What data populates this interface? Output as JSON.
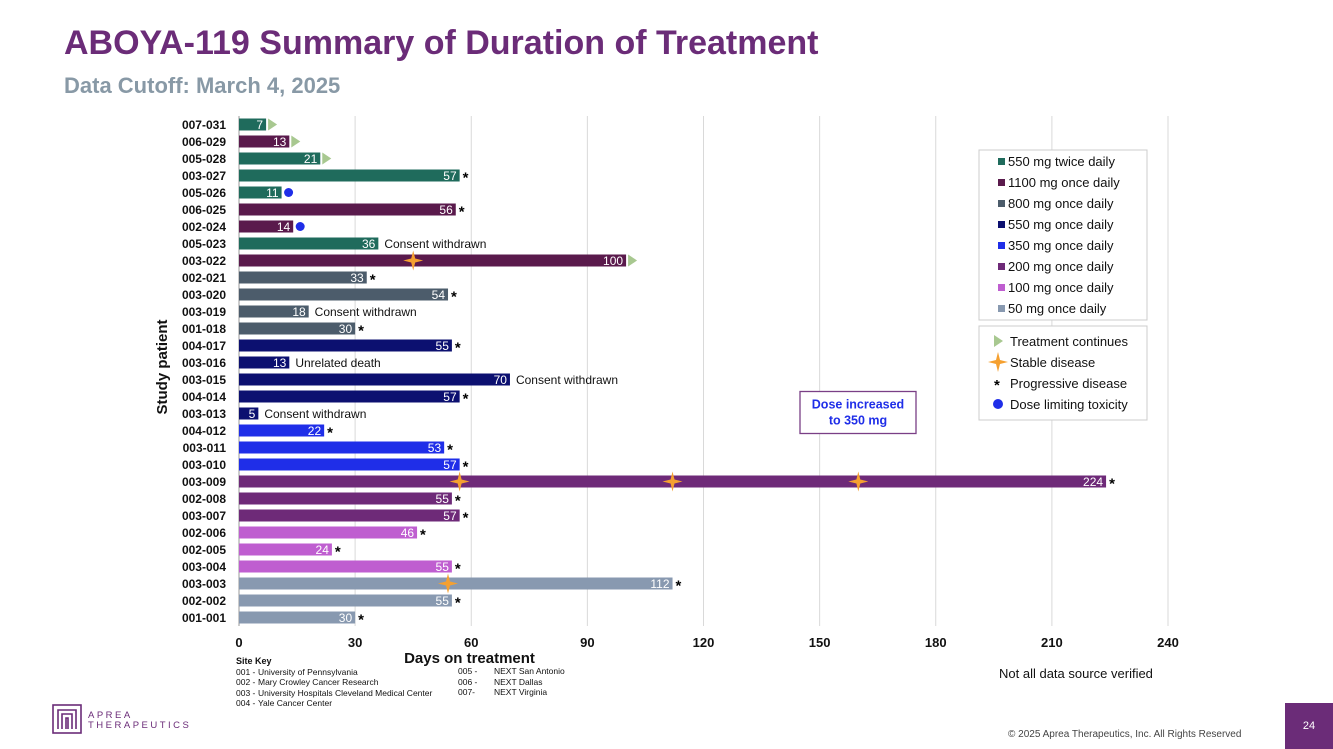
{
  "slide": {
    "title": "ABOYA-119 Summary of Duration of Treatment",
    "subtitle": "Data Cutoff: March 4, 2025",
    "site_key_title": "Site Key",
    "site_key": [
      {
        "code": "001 -",
        "name": "University of Pennsylvania"
      },
      {
        "code": "002 -",
        "name": "Mary Crowley Cancer Research"
      },
      {
        "code": "003 -",
        "name": "University Hospitals Cleveland Medical Center"
      },
      {
        "code": "004 -",
        "name": "Yale Cancer Center"
      }
    ],
    "site_key_2": [
      {
        "code": "005 -",
        "name": "NEXT San Antonio"
      },
      {
        "code": "006 -",
        "name": "NEXT Dallas"
      },
      {
        "code": "007-",
        "name": "NEXT Virginia"
      }
    ],
    "note": "Not all data source verified",
    "company_line1": "APREA",
    "company_line2": "THERAPEUTICS",
    "copyright": "© 2025 Aprea Therapeutics, Inc. All Rights Reserved",
    "page_number": "24",
    "brand_color": "#6b2c78"
  },
  "chart_data": {
    "type": "bar",
    "orientation": "horizontal",
    "xlabel": "Days on treatment",
    "ylabel": "Study patient",
    "xlim": [
      0,
      240
    ],
    "xticks": [
      0,
      30,
      60,
      90,
      120,
      150,
      180,
      210,
      240
    ],
    "grid": "vertical",
    "legend_placement": "right",
    "dose_groups": [
      {
        "name": "550 mg twice daily",
        "color": "#1f6b5c"
      },
      {
        "name": "1100 mg once daily",
        "color": "#5a1a4c"
      },
      {
        "name": "800 mg once daily",
        "color": "#4c5c6b"
      },
      {
        "name": "550 mg once daily",
        "color": "#0c1070"
      },
      {
        "name": "350 mg once daily",
        "color": "#1f2ee8"
      },
      {
        "name": "200 mg once daily",
        "color": "#6e2a78"
      },
      {
        "name": "100 mg once daily",
        "color": "#bf5ed0"
      },
      {
        "name": "50 mg once daily",
        "color": "#8899b0"
      }
    ],
    "markers_legend": [
      {
        "name": "Treatment continues",
        "symbol": "triangle",
        "color": "#a8c890"
      },
      {
        "name": "Stable disease",
        "symbol": "star",
        "color": "#f5a030"
      },
      {
        "name": "Progressive disease",
        "symbol": "asterisk",
        "color": "#000000"
      },
      {
        "name": "Dose limiting toxicity",
        "symbol": "dot",
        "color": "#1f2ee8"
      }
    ],
    "patients": [
      {
        "id": "007-031",
        "days": 7,
        "group": "550 mg twice daily",
        "marker": "triangle"
      },
      {
        "id": "006-029",
        "days": 13,
        "group": "1100 mg once daily",
        "marker": "triangle"
      },
      {
        "id": "005-028",
        "days": 21,
        "group": "550 mg twice daily",
        "marker": "triangle"
      },
      {
        "id": "003-027",
        "days": 57,
        "group": "550 mg twice daily",
        "marker": "asterisk"
      },
      {
        "id": "005-026",
        "days": 11,
        "group": "550 mg twice daily",
        "marker": "dot"
      },
      {
        "id": "006-025",
        "days": 56,
        "group": "1100 mg once daily",
        "marker": "asterisk"
      },
      {
        "id": "002-024",
        "days": 14,
        "group": "1100 mg once daily",
        "marker": "dot"
      },
      {
        "id": "005-023",
        "days": 36,
        "group": "550 mg twice daily",
        "note": "Consent withdrawn"
      },
      {
        "id": "003-022",
        "days": 100,
        "group": "1100 mg once daily",
        "marker": "triangle",
        "stable_at": [
          45
        ]
      },
      {
        "id": "002-021",
        "days": 33,
        "group": "800 mg once daily",
        "marker": "asterisk"
      },
      {
        "id": "003-020",
        "days": 54,
        "group": "800 mg once daily",
        "marker": "asterisk"
      },
      {
        "id": "003-019",
        "days": 18,
        "group": "800 mg once daily",
        "note": "Consent withdrawn"
      },
      {
        "id": "001-018",
        "days": 30,
        "group": "800 mg once daily",
        "marker": "asterisk"
      },
      {
        "id": "004-017",
        "days": 55,
        "group": "550 mg once daily",
        "marker": "asterisk"
      },
      {
        "id": "003-016",
        "days": 13,
        "group": "550 mg once daily",
        "note": "Unrelated death"
      },
      {
        "id": "003-015",
        "days": 70,
        "group": "550 mg once daily",
        "note": "Consent withdrawn"
      },
      {
        "id": "004-014",
        "days": 57,
        "group": "550 mg once daily",
        "marker": "asterisk"
      },
      {
        "id": "003-013",
        "days": 5,
        "group": "550 mg once daily",
        "note": "Consent withdrawn"
      },
      {
        "id": "004-012",
        "days": 22,
        "group": "350 mg once daily",
        "marker": "asterisk"
      },
      {
        "id": "003-011",
        "days": 53,
        "group": "350 mg once daily",
        "marker": "asterisk"
      },
      {
        "id": "003-010",
        "days": 57,
        "group": "350 mg once daily",
        "marker": "asterisk"
      },
      {
        "id": "003-009",
        "days": 224,
        "group": "200 mg once daily",
        "marker": "asterisk",
        "stable_at": [
          57,
          112,
          160
        ]
      },
      {
        "id": "002-008",
        "days": 55,
        "group": "200 mg once daily",
        "marker": "asterisk"
      },
      {
        "id": "003-007",
        "days": 57,
        "group": "200 mg once daily",
        "marker": "asterisk"
      },
      {
        "id": "002-006",
        "days": 46,
        "group": "100 mg once daily",
        "marker": "asterisk"
      },
      {
        "id": "002-005",
        "days": 24,
        "group": "100 mg once daily",
        "marker": "asterisk"
      },
      {
        "id": "003-004",
        "days": 55,
        "group": "100 mg once daily",
        "marker": "asterisk"
      },
      {
        "id": "003-003",
        "days": 112,
        "group": "50 mg once daily",
        "marker": "asterisk",
        "stable_at": [
          54
        ]
      },
      {
        "id": "002-002",
        "days": 55,
        "group": "50 mg once daily",
        "marker": "asterisk"
      },
      {
        "id": "001-001",
        "days": 30,
        "group": "50 mg once daily",
        "marker": "asterisk"
      }
    ],
    "annotations": [
      {
        "text_lines": [
          "Dose increased",
          "to 350 mg"
        ],
        "patient": "003-009"
      }
    ]
  }
}
